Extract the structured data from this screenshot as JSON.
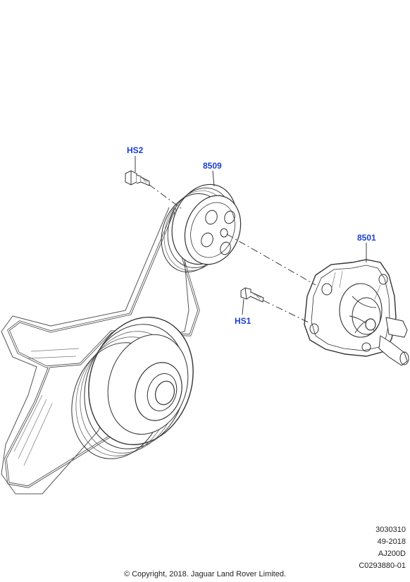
{
  "callouts": {
    "hs2": "HS2",
    "p8509": "8509",
    "p8501": "8501",
    "hs1": "HS1"
  },
  "reference": {
    "line1": "3030310",
    "line2": "49-2018",
    "line3": "AJ200D",
    "line4": "C0293880-01"
  },
  "copyright": "© Copyright, 2018. Jaguar Land Rover Limited.",
  "colors": {
    "callout": "#1a3fcf",
    "line": "#2a2a2a",
    "light_line": "#9a9a9a"
  }
}
